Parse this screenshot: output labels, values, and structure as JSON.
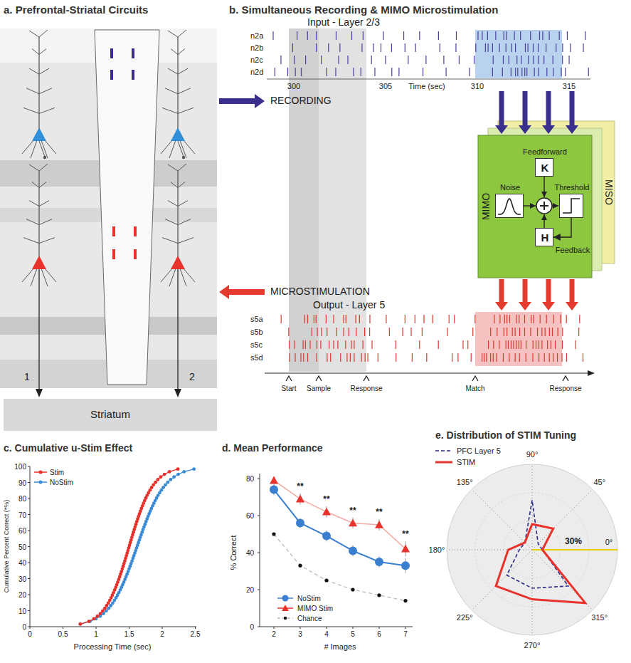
{
  "diagram": {
    "nodes": [
      {
        "text": [
          "MISO"
        ]
      },
      {
        "text": [
          "MIMO"
        ]
      },
      {
        "text": [
          "Feedforward",
          "K"
        ],
        "in": 1
      },
      {
        "text": [
          "Noise"
        ],
        "in": 1
      },
      {
        "text": [
          "Threshold"
        ],
        "in": 1
      },
      {
        "text": [
          "H",
          "Feedback"
        ],
        "in": 1
      },
      {
        "text": [
          "Striatum"
        ]
      }
    ],
    "edges": [
      {
        "from": 4,
        "to": 5,
        "arrow": "to"
      }
    ],
    "labels": [
      "a. Prefrontal-Striatal Circuits",
      "b. Simultaneous Recording & MIMO Microstimulation",
      "Input - Layer 2/3",
      "n2a",
      "n2b",
      "n2c",
      "n2d",
      "300",
      "305",
      "Time (sec)",
      "310",
      "315",
      "RECORDING",
      "MICROSTIMULATION",
      "Output - Layer 5",
      "s5a",
      "s5b",
      "s5c",
      "s5d",
      "Start",
      "Sample",
      "Response",
      "Match",
      "Response",
      "1",
      "2",
      "c. Cumulative u-Stim Effect",
      "0",
      "10",
      "20",
      "30",
      "40",
      "50",
      "60",
      "70",
      "80",
      "90",
      "100",
      "Cumulative Percent Correct (*%)",
      "0",
      "0.5",
      "1",
      "1.5",
      "2",
      "2.5",
      "Processing Time (sec)",
      "d. Mean Performance",
      "0",
      "20",
      "40",
      "60",
      "80",
      "% Correct",
      "2",
      "3",
      "4",
      "5",
      "6",
      "7",
      "# Images",
      "**",
      "**",
      "**",
      "**",
      "**",
      "e. Distribution of STIM Tuning",
      "90°",
      "45°",
      "0°",
      "315°",
      "270°",
      "225°",
      "180°",
      "135°",
      "30%"
    ],
    "legend": [
      {
        "text": "Stim"
      },
      {
        "text": "NoStim"
      },
      {
        "text": "NoStim"
      },
      {
        "text": "MIMO Stim"
      },
      {
        "text": "Chance"
      },
      {
        "text": "PFC Layer 5"
      },
      {
        "text": "STIM"
      }
    ]
  }
}
